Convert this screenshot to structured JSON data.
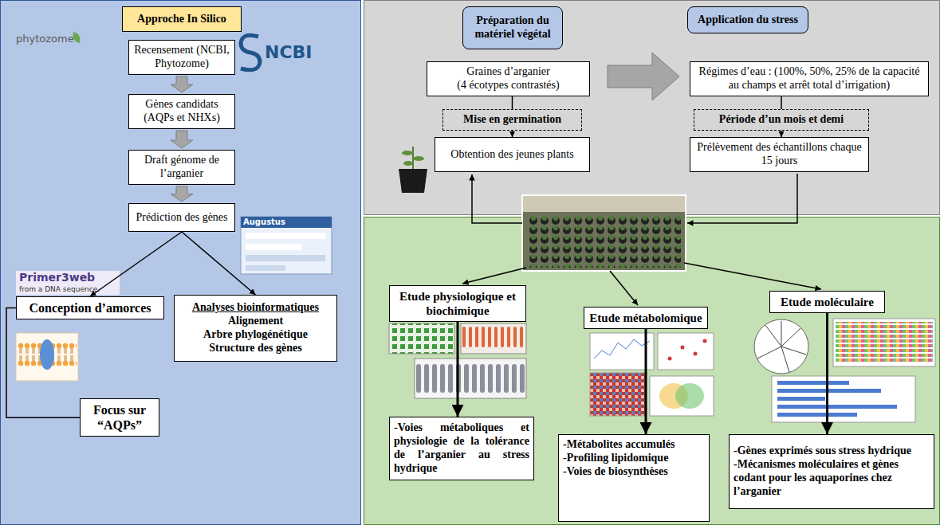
{
  "diagram": {
    "nodes": [
      {
        "text": [
          "Approche In Silico"
        ]
      },
      {
        "text": [
          "Recensement (NCBI, Phytozome)"
        ]
      },
      {
        "text": [
          "Gènes candidats (AQPs et NHXs)"
        ]
      },
      {
        "text": [
          "Draft génome de l’arganier"
        ]
      },
      {
        "text": [
          "Prédiction des gènes"
        ]
      },
      {
        "text": [
          "Conception d’amorces"
        ]
      },
      {
        "text": [
          "Analyses bioinformatiques",
          "Alignement",
          "Arbre phylogénétique",
          "Structure des gènes"
        ]
      },
      {
        "text": [
          "Focus sur “AQPs”"
        ]
      },
      {
        "text": [
          "Préparation du matériel végétal"
        ]
      },
      {
        "text": [
          "Application du stress"
        ]
      },
      {
        "text": [
          "Graines d’arganier",
          "(4 écotypes contrastés)"
        ]
      },
      {
        "text": [
          "Mise en germination"
        ]
      },
      {
        "text": [
          "Obtention des jeunes plants"
        ]
      },
      {
        "text": [
          "Régimes d’eau : (100%, 50%, 25% de la capacité au champs et arrêt total d’irrigation)"
        ]
      },
      {
        "text": [
          "Période d’un mois et demi"
        ]
      },
      {
        "text": [
          "Prélèvement des échantillons chaque 15 jours"
        ]
      },
      {
        "text": [
          "Etude physiologique et biochimique"
        ]
      },
      {
        "text": [
          "-Voies métaboliques et physiologie de la tolérance de l’arganier au stress hydrique"
        ]
      },
      {
        "text": [
          "Etude métabolomique"
        ]
      },
      {
        "text": [
          "-Métabolites accumulés",
          "-Profiling lipidomique",
          "-Voies de biosynthèses"
        ]
      },
      {
        "text": [
          "Etude moléculaire"
        ]
      },
      {
        "text": [
          "-Gènes exprimés sous stress hydrique",
          "-Mécanismes moléculaires et gènes codant pour les aquaporines chez l’arganier"
        ]
      }
    ],
    "edges": [
      {
        "from": 1,
        "to": 2,
        "arrow": "to"
      },
      {
        "from": 2,
        "to": 3,
        "arrow": "to"
      },
      {
        "from": 3,
        "to": 4,
        "arrow": "to"
      },
      {
        "from": 4,
        "to": 5,
        "arrow": "to"
      },
      {
        "from": 4,
        "to": 6,
        "arrow": "to"
      },
      {
        "from": 5,
        "to": 7,
        "arrow": "none"
      },
      {
        "from": 10,
        "to": 11,
        "arrow": "none"
      },
      {
        "from": 11,
        "to": 12,
        "arrow": "to"
      },
      {
        "from": 13,
        "to": 14,
        "arrow": "none"
      },
      {
        "from": 14,
        "to": 15,
        "arrow": "to"
      },
      {
        "from": 16,
        "to": 17,
        "arrow": "to"
      },
      {
        "from": 18,
        "to": 19,
        "arrow": "to"
      },
      {
        "from": 20,
        "to": 21,
        "arrow": "to"
      }
    ],
    "labels": [
      "phytozome",
      "NCBI",
      "Augustus",
      "Primer3web",
      "from a DNA sequence."
    ]
  }
}
